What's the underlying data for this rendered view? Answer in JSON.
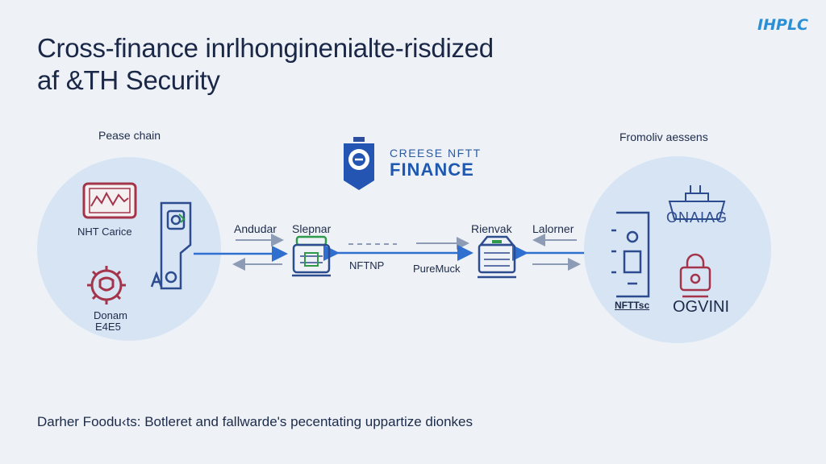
{
  "title": {
    "line1": "Cross-finance inrlhonginenialte-risdized",
    "line2": "af &TH Security"
  },
  "corner_logo": {
    "text": "IHPLC"
  },
  "center_logo": {
    "line1": "CREESE NFTT",
    "line2": "FINANCE"
  },
  "left_group": {
    "heading": "Pease chain",
    "item1_label": "NHT Carice",
    "item2_label_line1": "Donam",
    "item2_label_line2": "E4E5"
  },
  "right_group": {
    "heading": "Fromoliv aessens",
    "item1_label": "ONAIAG",
    "item2_label": "NFTTsc",
    "item3_label": "OGVINI"
  },
  "flow": {
    "label_andudar": "Andudar",
    "label_slepnar": "Slepnar",
    "label_nftnp": "NFTNP",
    "label_puremuck": "PureMuck",
    "label_rienvak": "Rienvak",
    "label_lalorner": "Lalorner"
  },
  "footer": {
    "text": "Darher Foodu‹ts: Botleret and fallwarde's pecentating uppartize dionkes"
  },
  "colors": {
    "arrow_blue": "#2f6fd0",
    "arrow_grey": "#8d9bb5",
    "icon_red": "#a3344a",
    "icon_navy": "#2d4b8f",
    "icon_green": "#2e9a4a",
    "circle_fill": "#d6e4f4"
  }
}
